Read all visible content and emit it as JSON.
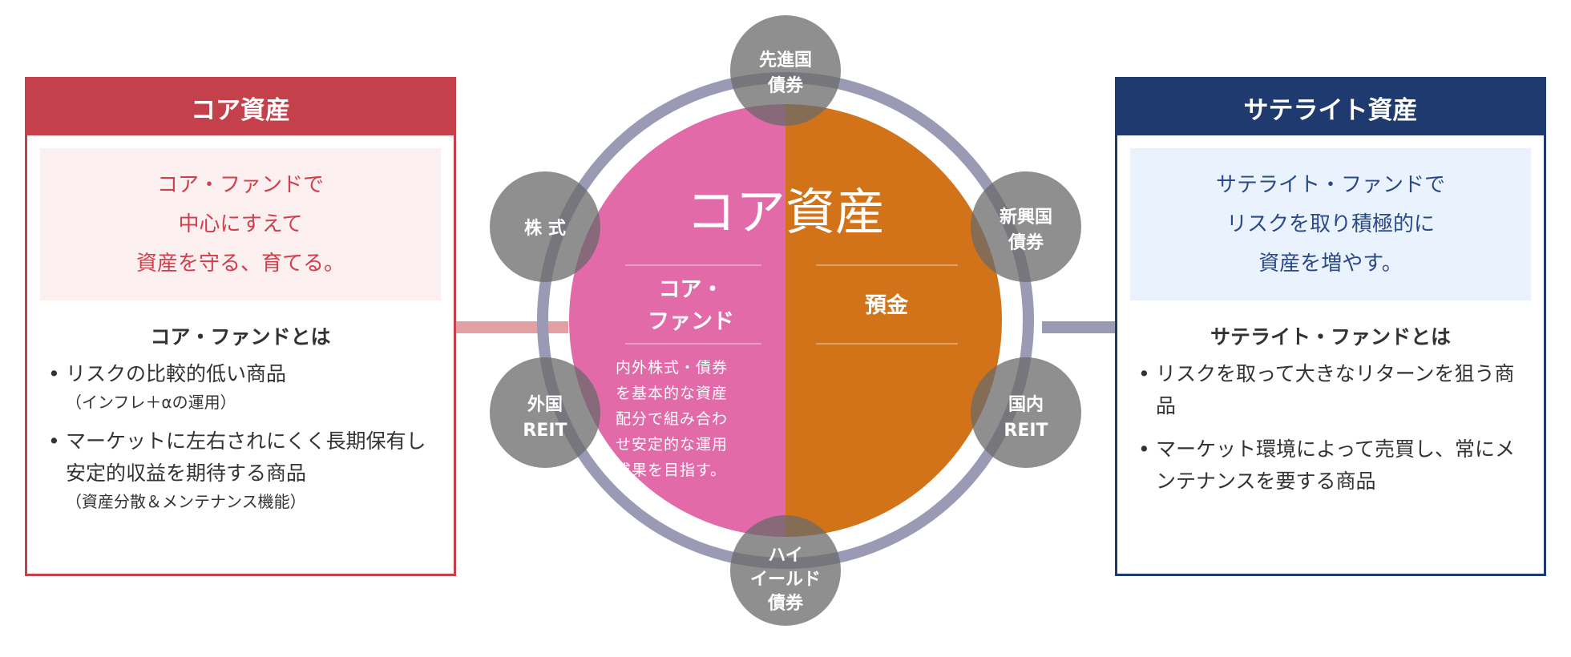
{
  "core_box": {
    "title": "コア資産",
    "tagline": [
      "コア・ファンドで",
      "中心にすえて",
      "資産を守る、育てる。"
    ],
    "subheading": "コア・ファンドとは",
    "bullets": [
      {
        "text": "リスクの比較的低い商品",
        "note": "（インフレ＋αの運用）"
      },
      {
        "text": "マーケットに左右されにくく長期保有し安定的収益を期待する商品",
        "note": "（資産分散＆メンテナンス機能）"
      }
    ]
  },
  "satellite_box": {
    "title": "サテライト資産",
    "tagline": [
      "サテライト・ファンドで",
      "リスクを取り積極的に",
      "資産を増やす。"
    ],
    "subheading": "サテライト・ファンドとは",
    "bullets": [
      {
        "text": "リスクを取って大きなリターンを狙う商品"
      },
      {
        "text": "マーケット環境によって売買し、常にメンテナンスを要する商品"
      }
    ]
  },
  "center": {
    "title": "コア資産",
    "left_label": [
      "コア・",
      "ファンド"
    ],
    "left_desc": [
      "内外株式・債券",
      "を基本的な資産",
      "配分で組み合わ",
      "せ安定的な運用",
      "成果を目指す。"
    ],
    "right_label": "預金"
  },
  "satellites": {
    "top": [
      "先進国",
      "債券"
    ],
    "upper_left": [
      "株 式"
    ],
    "upper_right": [
      "新興国",
      "債券"
    ],
    "lower_left": [
      "外国",
      "REIT"
    ],
    "lower_right": [
      "国内",
      "REIT"
    ],
    "bottom": [
      "ハイ",
      "イールド",
      "債券"
    ]
  },
  "colors": {
    "core_red": "#c4404a",
    "satellite_navy": "#1e3a6e",
    "core_fund_pink": "#e26aa8",
    "deposit_orange": "#d2731a",
    "ring": "#9a9ab4"
  }
}
